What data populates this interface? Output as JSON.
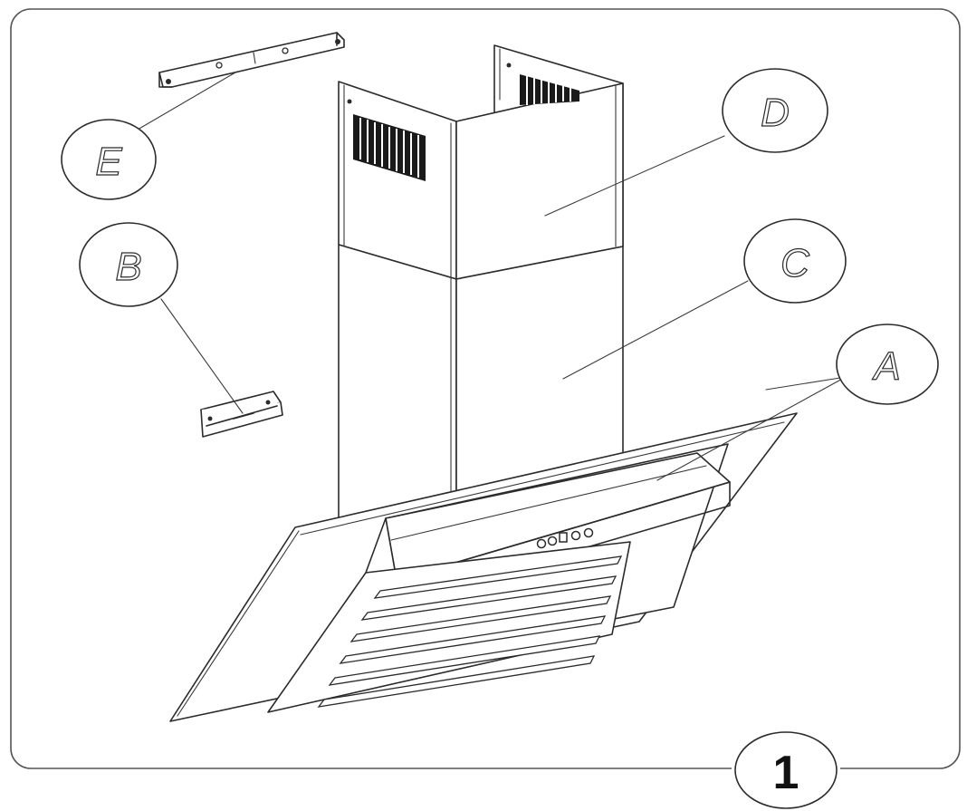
{
  "diagram": {
    "callouts": [
      {
        "id": "A",
        "label": "A"
      },
      {
        "id": "B",
        "label": "B"
      },
      {
        "id": "C",
        "label": "C"
      },
      {
        "id": "D",
        "label": "D"
      },
      {
        "id": "E",
        "label": "E"
      }
    ],
    "figure_number": "1",
    "colors": {
      "line": "#2b2b2b",
      "background": "#ffffff"
    }
  }
}
